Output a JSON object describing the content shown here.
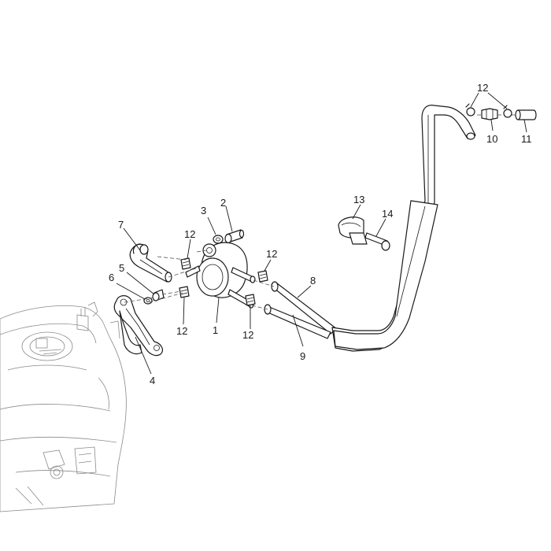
{
  "diagram": {
    "callouts": [
      {
        "id": "1",
        "text": "1"
      },
      {
        "id": "2",
        "text": "2"
      },
      {
        "id": "3",
        "text": "3"
      },
      {
        "id": "4",
        "text": "4"
      },
      {
        "id": "5",
        "text": "5"
      },
      {
        "id": "6",
        "text": "6"
      },
      {
        "id": "7",
        "text": "7"
      },
      {
        "id": "8",
        "text": "8"
      },
      {
        "id": "9",
        "text": "9"
      },
      {
        "id": "10",
        "text": "10"
      },
      {
        "id": "11",
        "text": "11"
      },
      {
        "id": "12a",
        "text": "12"
      },
      {
        "id": "12b",
        "text": "12"
      },
      {
        "id": "12c",
        "text": "12"
      },
      {
        "id": "12d",
        "text": "12"
      },
      {
        "id": "12e",
        "text": "12"
      },
      {
        "id": "13",
        "text": "13"
      },
      {
        "id": "14",
        "text": "14"
      }
    ]
  }
}
